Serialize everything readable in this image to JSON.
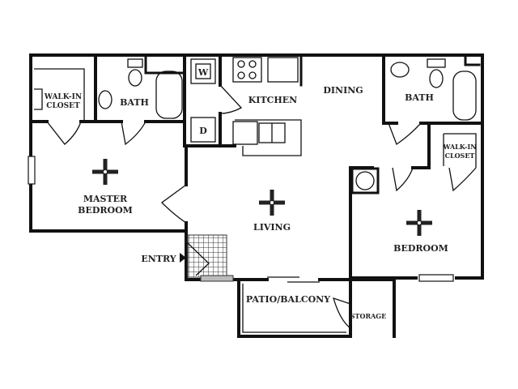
{
  "plan": {
    "rooms": {
      "walk_in_closet_left_1": "WALK-IN",
      "walk_in_closet_left_2": "CLOSET",
      "bath_left": "BATH",
      "washer": "W",
      "dryer": "D",
      "kitchen": "KITCHEN",
      "dining": "DINING",
      "bath_right": "BATH",
      "walk_in_closet_right_1": "WALK-IN",
      "walk_in_closet_right_2": "CLOSET",
      "master_bedroom_1": "MASTER",
      "master_bedroom_2": "BEDROOM",
      "living": "LIVING",
      "bedroom": "BEDROOM",
      "entry": "ENTRY",
      "patio": "PATIO/BALCONY",
      "storage": "STORAGE"
    },
    "colors": {
      "wall": "#111111",
      "background": "#ffffff"
    }
  }
}
